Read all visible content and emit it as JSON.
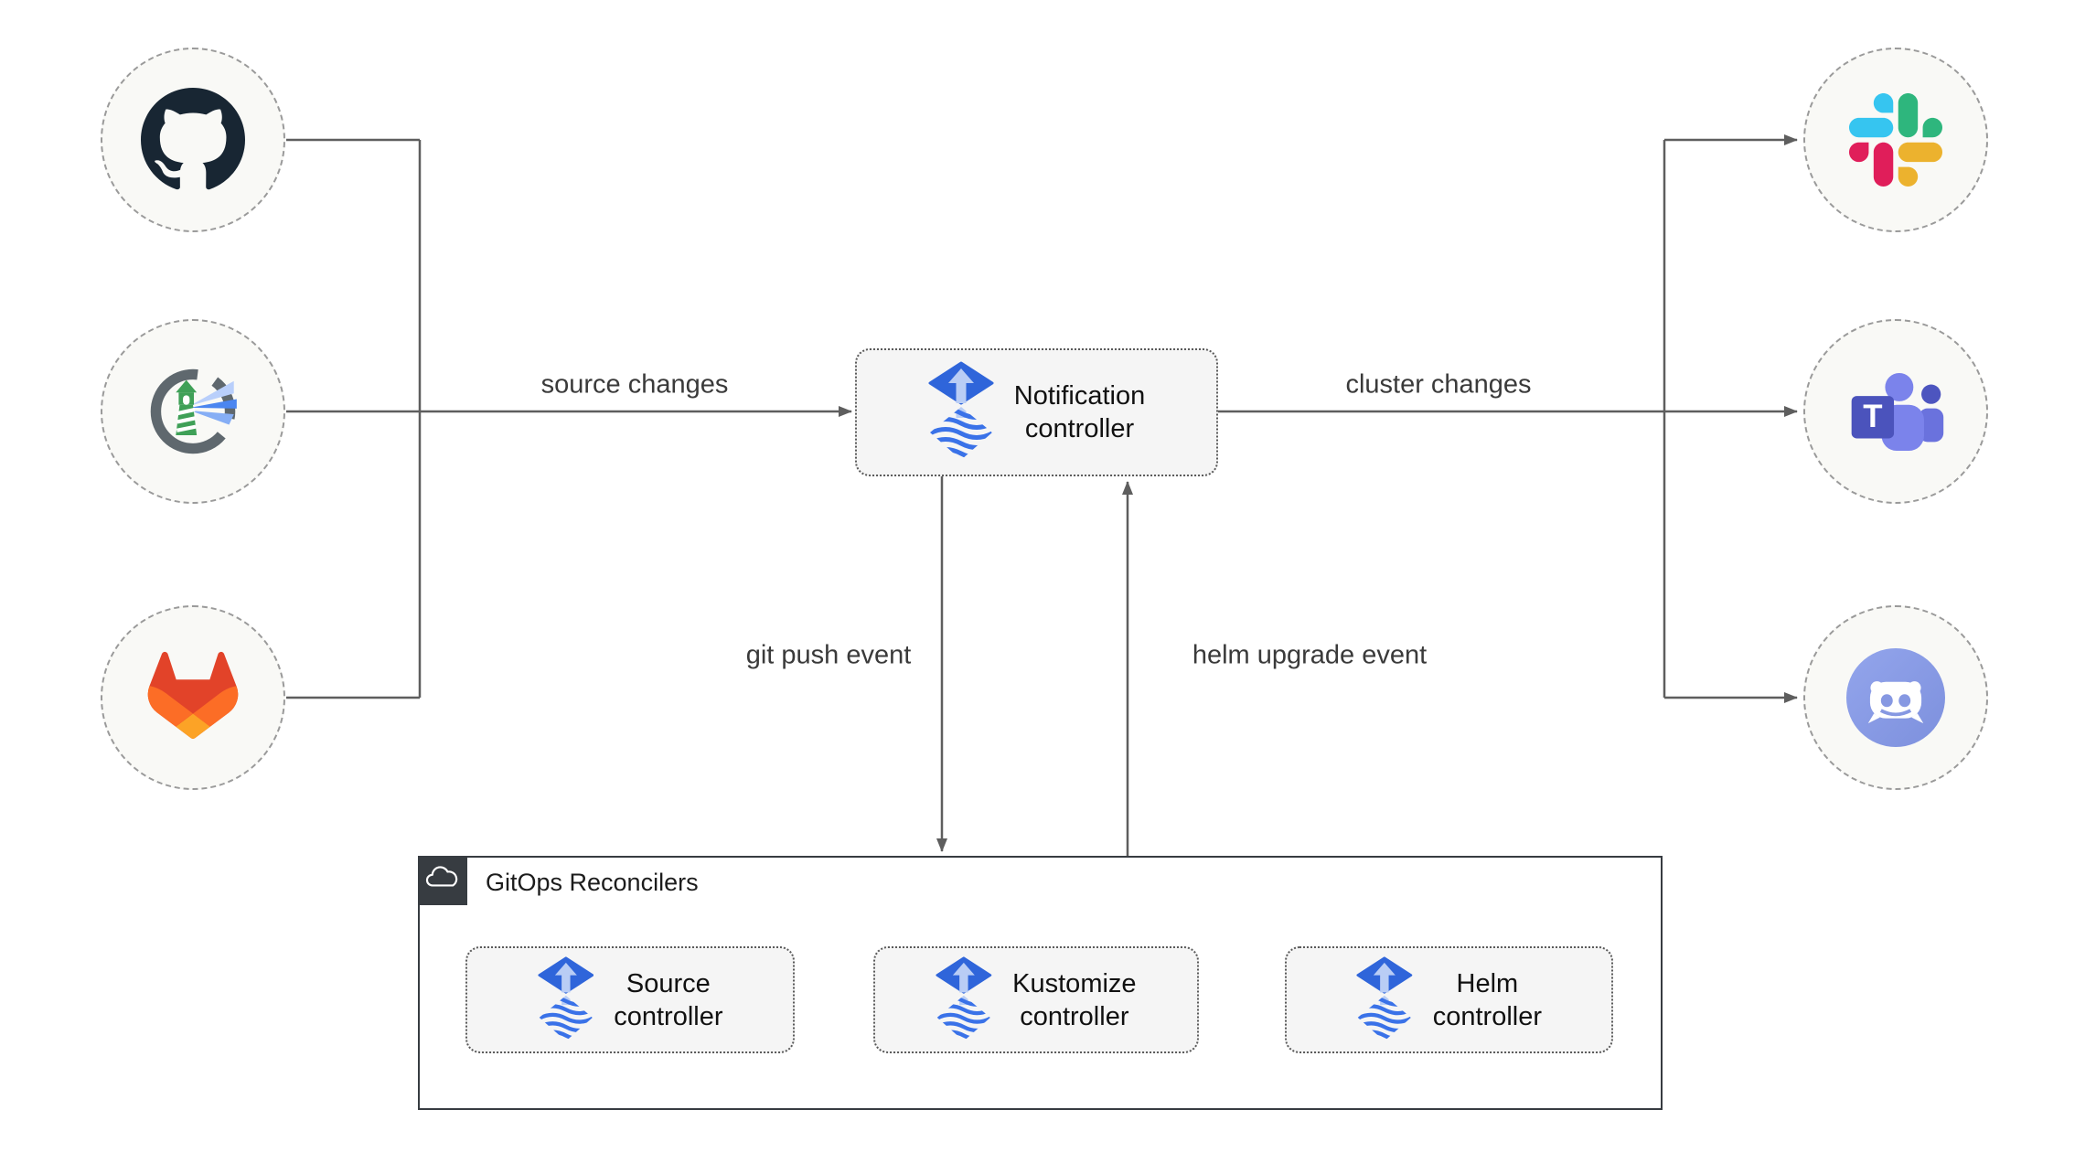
{
  "nodes": {
    "notification": {
      "label": "Notification controller",
      "icon": "flux-icon"
    },
    "source": {
      "label": "Source controller",
      "icon": "flux-icon"
    },
    "kustomize": {
      "label": "Kustomize controller",
      "icon": "flux-icon"
    },
    "helm": {
      "label": "Helm controller",
      "icon": "flux-icon"
    }
  },
  "container": {
    "label": "GitOps Reconcilers",
    "icon": "cloud-icon"
  },
  "sources": [
    {
      "name": "github",
      "icon": "github-icon"
    },
    {
      "name": "harbor",
      "icon": "harbor-icon"
    },
    {
      "name": "gitlab",
      "icon": "gitlab-icon"
    }
  ],
  "targets": [
    {
      "name": "slack",
      "icon": "slack-icon"
    },
    {
      "name": "microsoft-teams",
      "icon": "microsoft-teams-icon",
      "logo_letter": "T"
    },
    {
      "name": "discord",
      "icon": "discord-icon"
    }
  ],
  "edges": {
    "source_changes": "source changes",
    "cluster_changes": "cluster changes",
    "git_push_event": "git push event",
    "helm_upgrade_event": "helm upgrade event"
  },
  "colors": {
    "connector_line": "#5e5e5e",
    "box_fill": "#f5f5f5",
    "box_border": "#5a5a5a",
    "circle_fill": "#f9f9f6",
    "circle_border": "#9a9a9a",
    "container_border": "#373c41",
    "flux_blue": "#2f65da",
    "github_mark": "#182633",
    "harbor_green": "#3fa057",
    "gitlab_orange": [
      "#e24329",
      "#fc6d26",
      "#fca326"
    ],
    "slack": [
      "#36C5F0",
      "#2EB67D",
      "#ECB22E",
      "#E01E5A"
    ],
    "teams_indigo": "#4b53bc",
    "discord_blurple": "#8698e2"
  }
}
